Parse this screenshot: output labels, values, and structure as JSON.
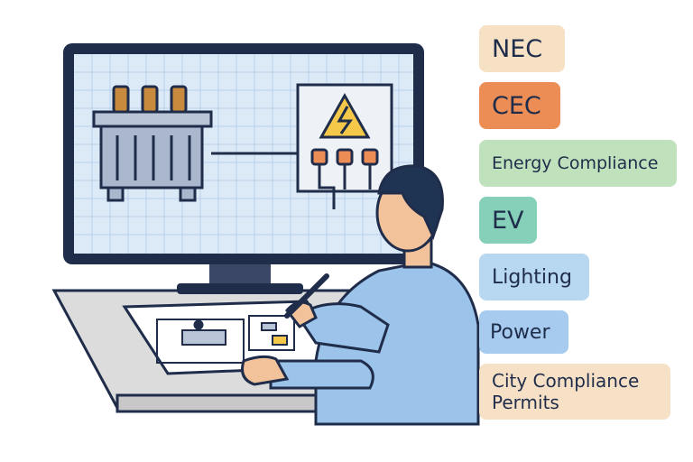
{
  "tags": {
    "nec": "NEC",
    "cec": "CEC",
    "energy": "Energy Compliance",
    "ev": "EV",
    "lighting": "Lighting",
    "power": "Power",
    "city_line1": "City Compliance",
    "city_line2": "Permits"
  },
  "icons": [
    "transformer-icon",
    "electrical-panel-icon",
    "warning-lightning-icon",
    "pen-icon",
    "engineer-figure"
  ],
  "colors": {
    "outline": "#1f2d4a",
    "screen": "#dceaf8",
    "shirt": "#9cc3ea",
    "skin": "#f2c29b",
    "hair": "#1f3352",
    "warning": "#f5c84a",
    "breaker": "#ec8d56"
  }
}
